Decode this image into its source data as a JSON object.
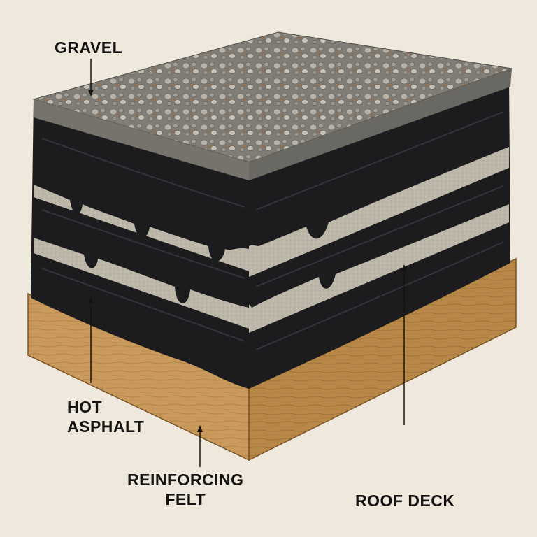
{
  "labels": {
    "gravel": "GRAVEL",
    "hot_asphalt": [
      "HOT",
      "ASPHALT"
    ],
    "reinforcing_felt": [
      "REINFORCING",
      "FELT"
    ],
    "roof_deck": "ROOF DECK"
  },
  "colors": {
    "background": "#efe8dc",
    "gravel": "#8c8a82",
    "asphalt": "#1c1c1e",
    "felt": "#b9b4a6",
    "wood": "#c99a5c",
    "text": "#161412"
  }
}
